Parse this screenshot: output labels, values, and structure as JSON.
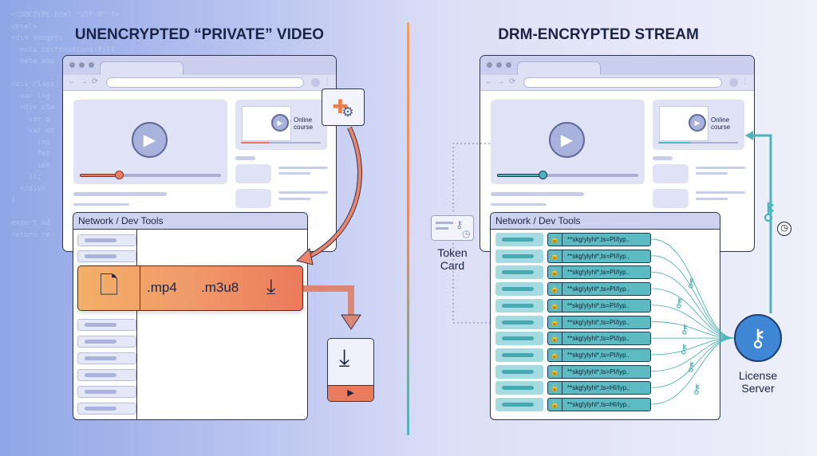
{
  "background_code": "<!DOCTYPE html \"UTF-8\" ?>\n<html>\n<div sengets\n  meta testenations:fill\n  meta ooo\n\n<div class\n  var log\n  <div cla\n    var o\n    var co\n      ini\n      fet\n      set\n    });\n  </div>\n}\n\nexport Ad\nreturn re",
  "left": {
    "title": "UNENCRYPTED “PRIVATE” VIDEO",
    "thumb_label": "Online course",
    "devtools_title": "Network / Dev Tools",
    "segments": [
      ".mp4",
      ".m3u8"
    ],
    "video_progress": 0.3
  },
  "right": {
    "title": "DRM-ENCRYPTED STREAM",
    "thumb_label": "Online course",
    "devtools_title": "Network / Dev Tools",
    "token_label": "Token Card",
    "server_label": "License Server",
    "video_progress": 0.33,
    "rows": [
      "**skg!ylyhl*,ts=PI/Iyp..",
      "**skg!ylyhl*,ts=PI/Iyp..",
      "**skg!ylyhl*,ts=PI/Iyp..",
      "**skg!ylyhl*,ts=PI/Iyp..",
      "**skg!ylyhl*,ts=PI/Iyp..",
      "**skg!ylyhl*,ts=PI/Iyp..",
      "**skg!ylyhl*,ts=PI/Iyp..",
      "**skg!ylyhl*,ts=PI/Iyp..",
      "**skg!ylyhl*,ts=PI/Iyp..",
      "**skg!ylyhl*,ts=HI/Iyp..",
      "**skg!ylyhl*,ts=HI/Iyp.."
    ]
  },
  "colors": {
    "orange": "#f0a060",
    "coral": "#ec7a5c",
    "teal": "#4fb3bb",
    "navy": "#1b2447"
  }
}
